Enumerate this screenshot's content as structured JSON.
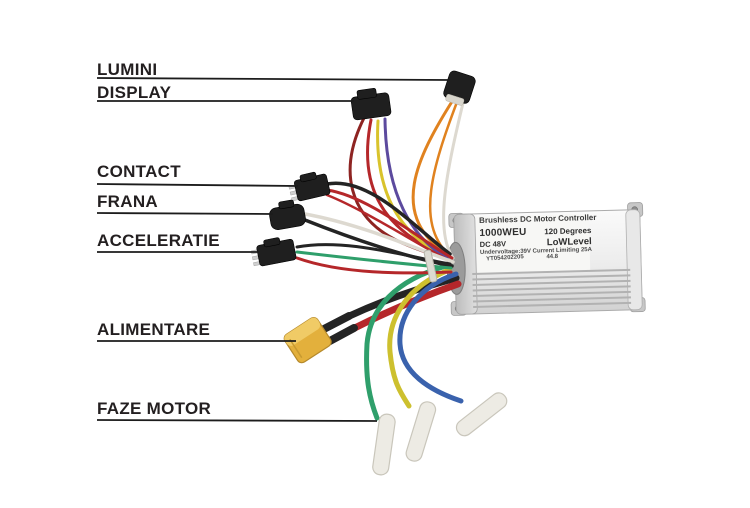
{
  "labels": {
    "lumini": "LUMINI",
    "display": "DISPLAY",
    "contact": "CONTACT",
    "frana": "FRANA",
    "acceleratie": "ACCELERATIE",
    "alimentare": "ALIMENTARE",
    "faze_motor": "FAZE MOTOR"
  },
  "controller": {
    "title": "Brushless DC Motor Controller",
    "power": "1000WEU",
    "degrees": "120 Degrees",
    "voltage": "DC 48V",
    "level": "LoWLevel",
    "undervoltage": "Undervoltage:39V",
    "current_limit": "Current Limiting 25A",
    "serial": "YT054202205",
    "extra": "44.8"
  },
  "colors": {
    "line": "#1c1c1c",
    "wire_red": "#b5272a",
    "wire_dark_red": "#8e2422",
    "wire_black": "#242424",
    "wire_orange": "#e0821f",
    "wire_yellow": "#d9c32c",
    "wire_purple": "#5c4a9e",
    "wire_white": "#ddd9d0",
    "wire_green": "#2f9f6b",
    "wire_blue": "#3a62ad",
    "phase_yellow": "#cdc02e",
    "connector": "#1f1f1f",
    "xt60": "#e3b03c",
    "xt60_top": "#f0cb66",
    "bullet": "#edebe4",
    "bullet_edge": "#c9c6bb",
    "controller_body_light": "#f8f8f8",
    "controller_body_dark": "#d7d7d7",
    "fin_line": "#b2b2b2"
  }
}
